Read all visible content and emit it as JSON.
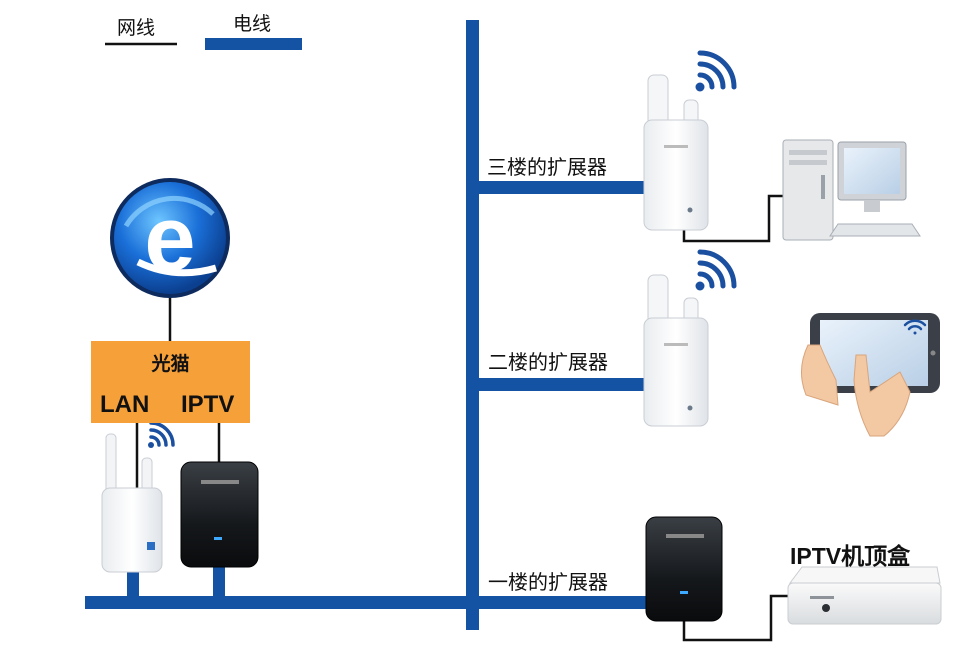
{
  "legend": {
    "network_cable": "网线",
    "power_line": "电线"
  },
  "modem": {
    "title": "光猫",
    "port_lan": "LAN",
    "port_iptv": "IPTV"
  },
  "floors": {
    "third": "三楼的扩展器",
    "second": "二楼的扩展器",
    "first": "一楼的扩展器"
  },
  "stb": {
    "title": "IPTV机顶盒"
  },
  "colors": {
    "power_line": "#1453a3",
    "network_cable": "#111111",
    "modem_fill": "#f6a03a",
    "icon_blue": "#1a5cb8",
    "wifi_blue": "#1b4fa0"
  }
}
